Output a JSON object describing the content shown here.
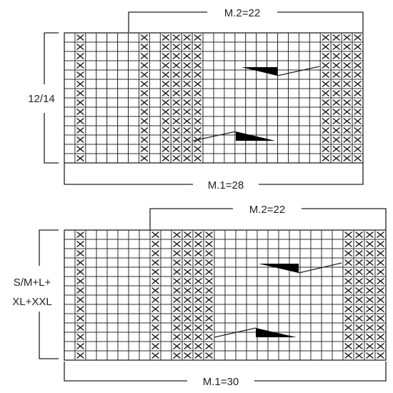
{
  "charts": [
    {
      "name": "chart-12-14",
      "size_label": [
        "12/14"
      ],
      "m2_label": "M.2=22",
      "m1_label": "M.1=28",
      "cols": 28,
      "rows": 14,
      "cross_columns": [
        2,
        8,
        10,
        11,
        12,
        13,
        25,
        26,
        27,
        28
      ]
    },
    {
      "name": "chart-s-xxl",
      "size_label": [
        "S/M+L+",
        "XL+XXL"
      ],
      "m2_label": "M.2=22",
      "m1_label": "M.1=30",
      "cols": 30,
      "rows": 14,
      "cross_columns": [
        2,
        9,
        11,
        12,
        13,
        14,
        27,
        28,
        29,
        30
      ]
    }
  ],
  "colors": {
    "line": "#222222",
    "cross": "#222222",
    "fill": "#000000",
    "background": "#ffffff"
  }
}
